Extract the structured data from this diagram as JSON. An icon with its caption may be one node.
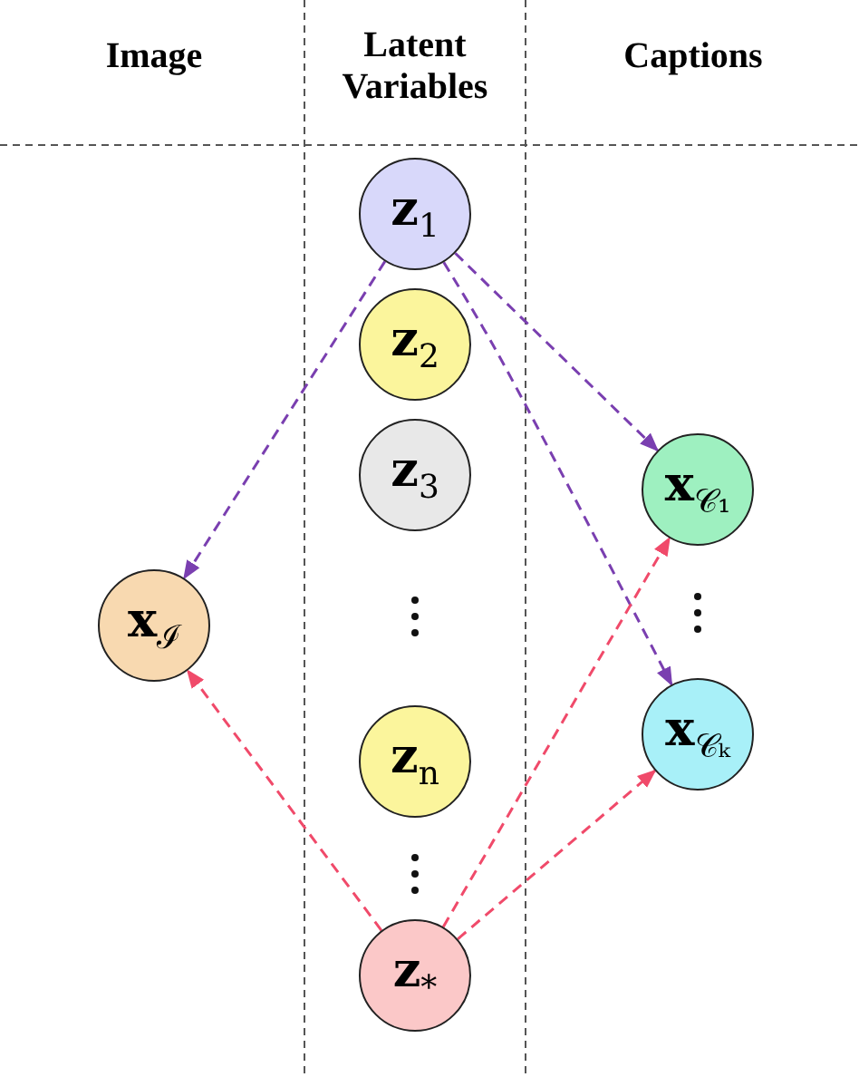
{
  "diagram": {
    "nodes": [
      {
        "text": [
          "**z**$_{1}$"
        ]
      },
      {
        "text": [
          "**z**$_{2}$"
        ]
      },
      {
        "text": [
          "**z**$_{3}$"
        ]
      },
      {
        "text": [
          "**z**$_{n}$"
        ]
      },
      {
        "text": [
          "**z**$_{*}$"
        ]
      },
      {
        "text": [
          "**x**$_{ℐ}$"
        ]
      },
      {
        "text": [
          "**x**$_{𝒞₁}$"
        ]
      },
      {
        "text": [
          "**x**$_{𝒞ₖ}$"
        ]
      }
    ],
    "edges": [
      {
        "from": 0,
        "to": 5,
        "arrow": "to",
        "style": "dashed",
        "color": "#7a3fb0"
      },
      {
        "from": 0,
        "to": 6,
        "arrow": "to",
        "style": "dashed",
        "color": "#7a3fb0"
      },
      {
        "from": 0,
        "to": 7,
        "arrow": "to",
        "style": "dashed",
        "color": "#7a3fb0"
      },
      {
        "from": 4,
        "to": 5,
        "arrow": "to",
        "style": "dashed",
        "color": "#f04a6a"
      },
      {
        "from": 4,
        "to": 6,
        "arrow": "to",
        "style": "dashed",
        "color": "#f04a6a"
      },
      {
        "from": 4,
        "to": 7,
        "arrow": "to",
        "style": "dashed",
        "color": "#f04a6a"
      }
    ],
    "labels": [
      "Image",
      "Latent Variables",
      "Captions"
    ]
  }
}
